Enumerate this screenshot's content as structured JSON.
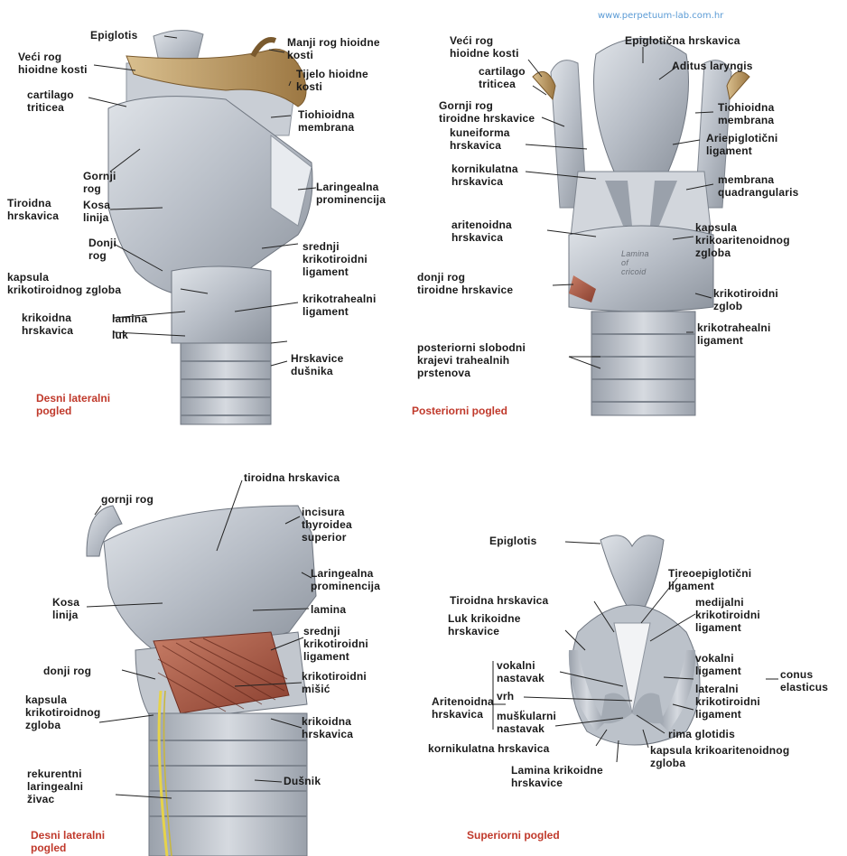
{
  "watermark": "www.perpetuum-lab.com.hr",
  "panels": {
    "lateral_right": {
      "caption": "Desni lateralni\npogled",
      "labels": {
        "epiglotis": "Epiglotis",
        "veci_rog": "Veći rog\nhioidne kosti",
        "manji_rog": "Manji rog hioidne\nkosti",
        "tijelo": "Tijelo hioidne\nkosti",
        "cartilago": "cartilago\ntriticea",
        "tiohioidna": "Tiohioidna\nmembrana",
        "gornji_rog": "Gornji\nrog",
        "tiroidna": "Tiroidna\nhrskavica",
        "kosa_linija": "Kosa\nlinija",
        "laringealna": "Laringealna\nprominencija",
        "donji_rog": "Donji\nrog",
        "srednji": "srednji\nkrikotiroidni\nligament",
        "kapsula": "kapsula\nkrikotiroidnog zgloba",
        "krikotrahealni": "krikotrahealni\nligament",
        "krikoidna": "krikoidna\nhrskavica",
        "lamina": "lamina",
        "luk": "luk",
        "hrskavice_dusnika": "Hrskavice\ndušnika"
      }
    },
    "posterior": {
      "caption": "Posteriorni pogled",
      "labels": {
        "veci_rog": "Veći rog\nhioidne kosti",
        "epiglotiecna": "Epiglotična hrskavica",
        "aditus": "Aditus laryngis",
        "cartilago": "cartilago\ntriticea",
        "gornji_rog": "Gornji rog\ntiroidne hrskavice",
        "tiohioidna": "Tiohioidna\nmembrana",
        "kuneiforma": "kuneiforma\nhrskavica",
        "ariepiglotični": "Ariepiglotični\nligament",
        "kornikulatna": "kornikulatna\nhrskavica",
        "membrana_q": "membrana\nquadrangularis",
        "aritenoidna": "aritenoidna\nhrskavica",
        "kapsula_ka": "kapsula\nkrikoaritenoidnog\nzgloba",
        "donji_rog": "donji rog\ntiroidne hrskavice",
        "lamina_in": "Lamina\nof\ncricoid",
        "krikotiroidni_zglob": "krikotiroidni\nzglob",
        "krikotrahealni": "krikotrahealni\nligament",
        "posteriorni": "posteriorni slobodni\nkrajevi trahealnih\nprstenova"
      }
    },
    "lateral_right_2": {
      "caption": "Desni lateralni\npogled",
      "labels": {
        "tiroidna": "tiroidna hrskavica",
        "gornji_rog": "gornji rog",
        "incisura": "incisura\nthyroidea\nsuperior",
        "laringealna": "Laringealna\nprominencija",
        "kosa_linija": "Kosa\nlinija",
        "lamina": "lamina",
        "srednji": "srednji\nkrikotiroidni\nligament",
        "donji_rog": "donji rog",
        "krikotiroidni_misic": "krikotiroidni\nmišić",
        "kapsula": "kapsula\nkrikotiroidnog\nzgloba",
        "krikoidna": "krikoidna\nhrskavica",
        "rekurentni": "rekurentni\nlaringealni\nživac",
        "dusnik": "Dušnik"
      }
    },
    "superior": {
      "caption": "Superiorni pogled",
      "labels": {
        "epiglotis": "Epiglotis",
        "tireoepiglot": "Tireoepiglotični\nligament",
        "tiroidna": "Tiroidna hrskavica",
        "medijalni": "medijalni\nkrikotiroidni\nligament",
        "luk_krikoidne": "Luk krikoidne\nhrskavice",
        "vokalni_nastavak": "vokalni\nnastavak",
        "vokalni_ligament": "vokalni\nligament",
        "conus": "conus\nelasticus",
        "vrh": "vrh",
        "lateralni": "lateralni\nkrikotiroidni\nligament",
        "aritenoidna": "Aritenoidna\nhrskavica",
        "miskularni": "mušk̈ularni\nnastavak",
        "rima": "rima glotidis",
        "kornikulatna": "kornikulatna hrskavica",
        "kapsula": "kapsula krikoaritenoidnog\nzgloba",
        "lamina_krikoidne": "Lamina krikoidne\nhrskavice"
      }
    }
  },
  "colors": {
    "caption": "#c0392b",
    "bone": "#b8955c",
    "cartilage": "#c7ccd3",
    "muscle": "#a5533f",
    "nerve": "#e6d34a"
  }
}
